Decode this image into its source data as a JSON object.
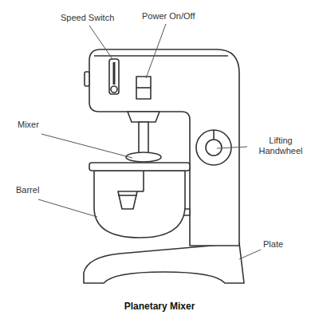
{
  "diagram": {
    "caption": "Planetary Mixer",
    "labels": [
      "Speed Switch",
      "Power On/Off",
      "Mixer",
      "Lifting Handwheel",
      "Barrel",
      "Plate"
    ]
  }
}
